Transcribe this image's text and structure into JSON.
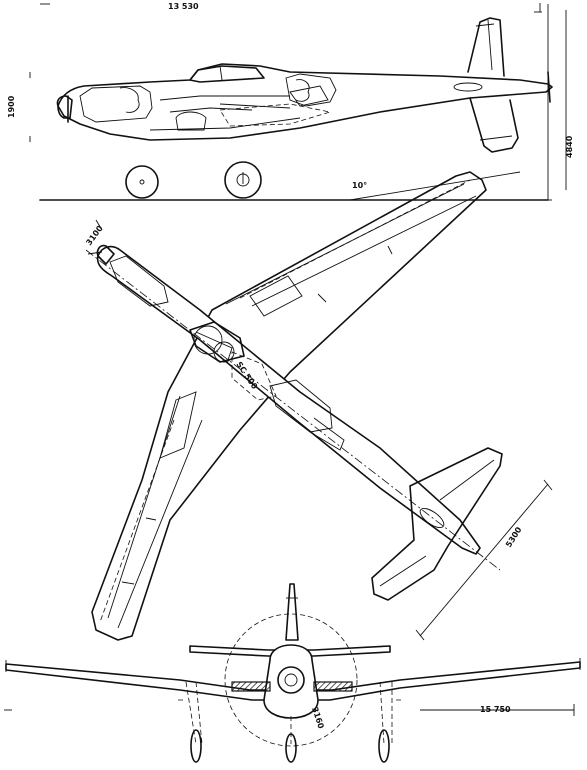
{
  "dimensions": {
    "length": "13 530",
    "height_front": "1900",
    "height_total": "4840",
    "ground_angle": "10°",
    "prop_front": "3100",
    "prop_rear": "3160",
    "tailplane_span": "5300",
    "wingspan": "15 750",
    "prop_diameter": "3100"
  }
}
